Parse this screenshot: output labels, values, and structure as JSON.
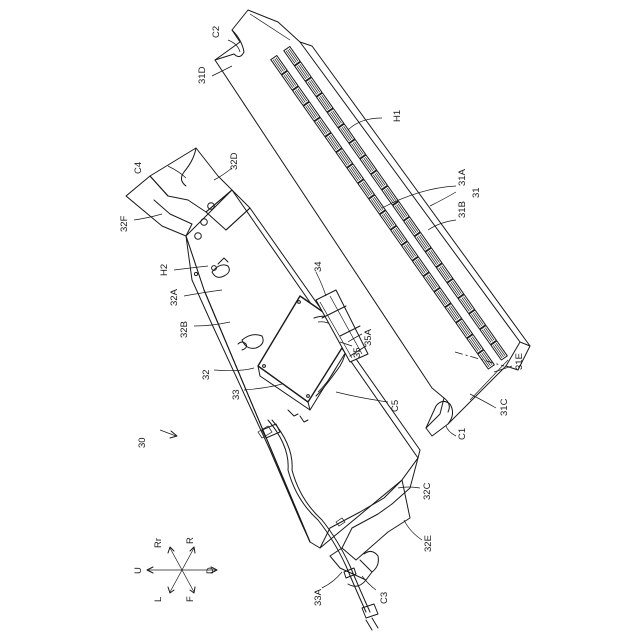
{
  "figure": {
    "number": "30"
  },
  "labels": {
    "c2": "C2",
    "l31d": "31D",
    "h1": "H1",
    "l31a": "31A",
    "l31": "31",
    "l31b": "31B",
    "l31e": "31E",
    "l31c": "31C",
    "c1": "C1",
    "c4": "C4",
    "l32d": "32D",
    "l32f": "32F",
    "h2": "H2",
    "l32a": "32A",
    "l32b": "32B",
    "l34": "34",
    "l35": "35",
    "l35a": "35A",
    "l32": "32",
    "l33": "33",
    "c5": "C5",
    "l32c": "32C",
    "l32e": "32E",
    "c3": "C3",
    "l33a": "33A"
  },
  "compass": {
    "rr": "Rr",
    "r": "R",
    "u": "U",
    "d": "D",
    "l": "L",
    "f": "F"
  }
}
